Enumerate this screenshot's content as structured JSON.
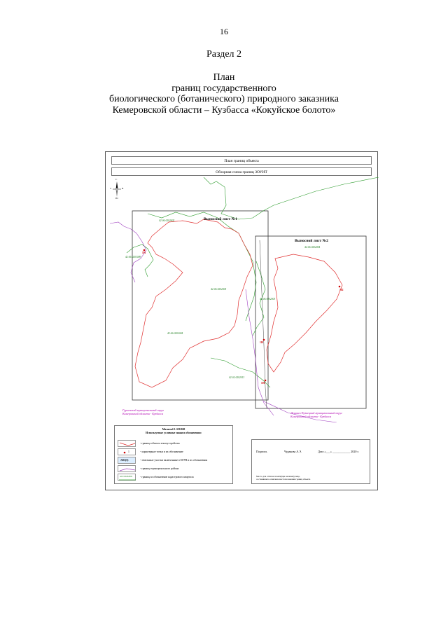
{
  "page": {
    "number": "16",
    "section": "Раздел 2",
    "heading_lines": [
      "План",
      "границ государственного",
      "биологического (ботанического) природного заказника",
      "Кемеровской области – Кузбасса «Кокуйское болото»"
    ]
  },
  "map": {
    "header_title": "План границ объекта",
    "overview_title": "Обзорная схема границ ЗОУИТ",
    "compass": {
      "north": "С",
      "south": "Ю",
      "west": "З",
      "east": "В"
    },
    "sheet1_title": "Выносной лист №1",
    "sheet2_title": "Выносной лист №2",
    "cadastral_labels": [
      "42:06:0202002",
      "42:06:0203009",
      "42:06:0202005",
      "42:06:0202003",
      "42:06:0202004",
      "42:02:0202013",
      "42:06:0202004"
    ],
    "point_labels": [
      "101",
      "102",
      "110",
      "100"
    ],
    "district_left": [
      "Гурьевский муниципальный округ",
      "Кемеровской области - Кузбасса"
    ],
    "district_right": [
      "Ленинск-Кузнецкий муниципальный округ",
      "Кемеровской области - Кузбасса"
    ],
    "colors": {
      "boundary": "#e03030",
      "cadastral": "#2a9a2a",
      "municipal": "#a040c0",
      "frame": "#333333"
    }
  },
  "legend": {
    "scale": "Масштаб 1:350 000",
    "title": "Используемые условные знаки и обозначения:",
    "items": [
      {
        "text": "- граница объекта землеустройства",
        "icon": "red-line-icon"
      },
      {
        "text": "- характерные точки и их обозначение",
        "icon": "point-icon"
      },
      {
        "text": "- земельные участки включенные в ЕГРН и их обозначения",
        "icon": "parcel-icon"
      },
      {
        "text": "- граница муниципального района",
        "icon": "purple-line-icon"
      },
      {
        "text": "- граница и обозначение кадастрового квартала",
        "icon": "green-line-icon"
      }
    ],
    "sample_point": "1",
    "sample_parcel": ":921(5)",
    "sample_quarter": "42:01:0202002"
  },
  "signature": {
    "label": "Подпись",
    "name": "Чудакова А.Э.",
    "date_label": "Дата «___» ____________ 2020 г.",
    "note_lines": [
      "Место для оттиска печати(при наличии) лица,",
      "составившего описание местоположения границ объекта"
    ]
  }
}
